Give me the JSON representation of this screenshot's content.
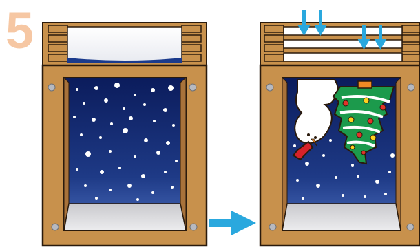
{
  "step": {
    "number": "5"
  },
  "colors": {
    "step_number": "#f6c7a3",
    "cardboard": "#c8914c",
    "cardboard_dark": "#2a1a0c",
    "night_sky_top": "#0c1f63",
    "night_sky_bottom": "#3a5cae",
    "snow": "#ffffff",
    "arrow": "#2aa8de",
    "tree": "#1c9a4c",
    "ornament_red": "#e2332a",
    "ornament_yellow": "#ffd21f"
  },
  "panels": {
    "left": {
      "state": "empty backdrop with falling snow",
      "icon": "cardboard-theater-box"
    },
    "right": {
      "state": "snowman and christmas tree inserted",
      "icon": "cardboard-theater-box"
    }
  },
  "transition": {
    "icon": "right-arrow"
  },
  "insert_arrows": {
    "icon": "down-arrow",
    "count": 4
  }
}
